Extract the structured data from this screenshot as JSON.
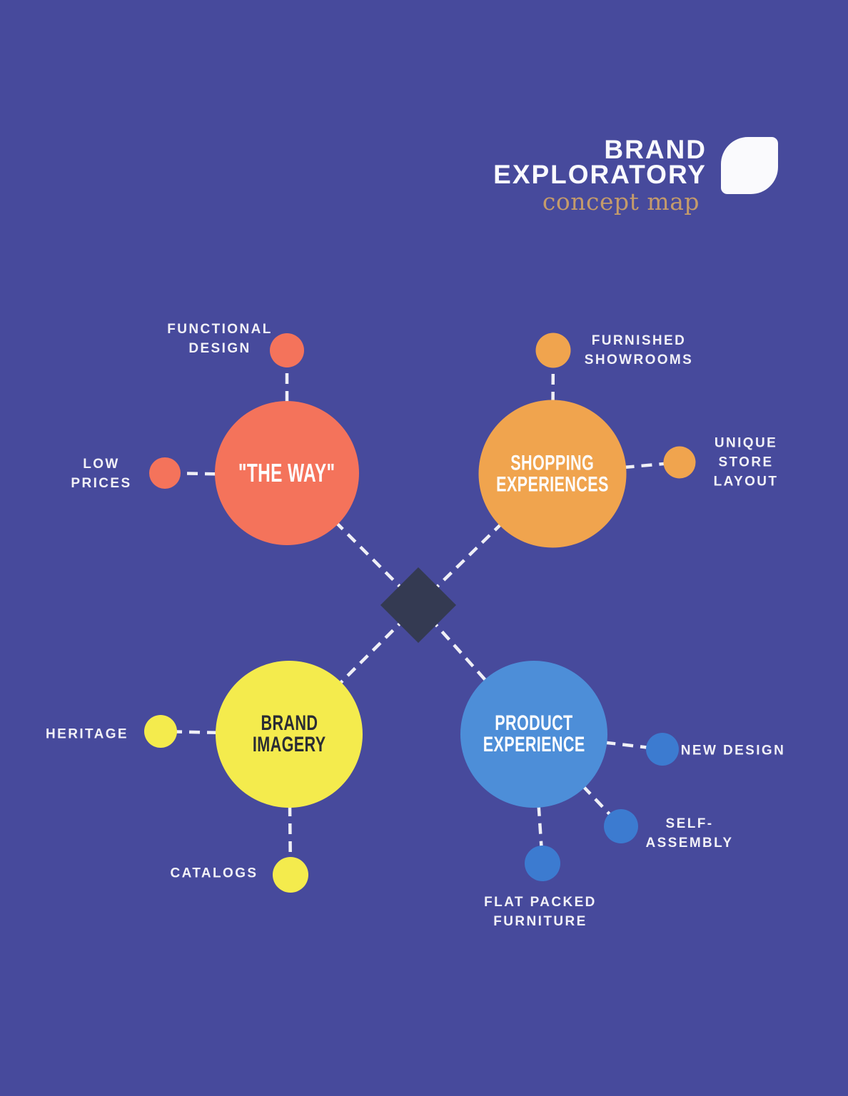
{
  "page": {
    "background_color": "#474A9C",
    "connector_color": "#EFEFF6",
    "label_color": "#F2F1F7"
  },
  "logo": {
    "title_line1": "BRAND",
    "title_line2": "EXPLORATORY",
    "subtitle": "concept map",
    "subtitle_color": "#C49B6B",
    "mark": "rounded-square-shape"
  },
  "concept_map": {
    "center": {
      "shape": "diamond",
      "color": "#343A52"
    },
    "branches": [
      {
        "id": "the-way",
        "title_lines": [
          "\"THE WAY\""
        ],
        "color": "#F4735B",
        "text_color": "#FFFFFF",
        "satellites": [
          {
            "id": "functional-design",
            "label_lines": [
              "FUNCTIONAL",
              "DESIGN"
            ]
          },
          {
            "id": "low-prices",
            "label_lines": [
              "LOW",
              "PRICES"
            ]
          }
        ]
      },
      {
        "id": "shopping-experiences",
        "title_lines": [
          "SHOPPING",
          "EXPERIENCES"
        ],
        "color": "#F0A44E",
        "text_color": "#FFFFFF",
        "satellites": [
          {
            "id": "furnished-showrooms",
            "label_lines": [
              "FURNISHED",
              "SHOWROOMS"
            ]
          },
          {
            "id": "unique-store-layout",
            "label_lines": [
              "UNIQUE",
              "STORE",
              "LAYOUT"
            ]
          }
        ]
      },
      {
        "id": "brand-imagery",
        "title_lines": [
          "BRAND",
          "IMAGERY"
        ],
        "color": "#F4EB4D",
        "text_color": "#2A2C34",
        "satellites": [
          {
            "id": "heritage",
            "label_lines": [
              "HERITAGE"
            ]
          },
          {
            "id": "catalogs",
            "label_lines": [
              "CATALOGS"
            ]
          }
        ]
      },
      {
        "id": "product-experience",
        "title_lines": [
          "PRODUCT",
          "EXPERIENCE"
        ],
        "color": "#4D8ED8",
        "satellite_color": "#3C7BD0",
        "text_color": "#FFFFFF",
        "satellites": [
          {
            "id": "new-design",
            "label_lines": [
              "NEW DESIGN"
            ]
          },
          {
            "id": "self-assembly",
            "label_lines": [
              "SELF-",
              "ASSEMBLY"
            ]
          },
          {
            "id": "flat-packed-furniture",
            "label_lines": [
              "FLAT PACKED",
              "FURNITURE"
            ]
          }
        ]
      }
    ]
  }
}
